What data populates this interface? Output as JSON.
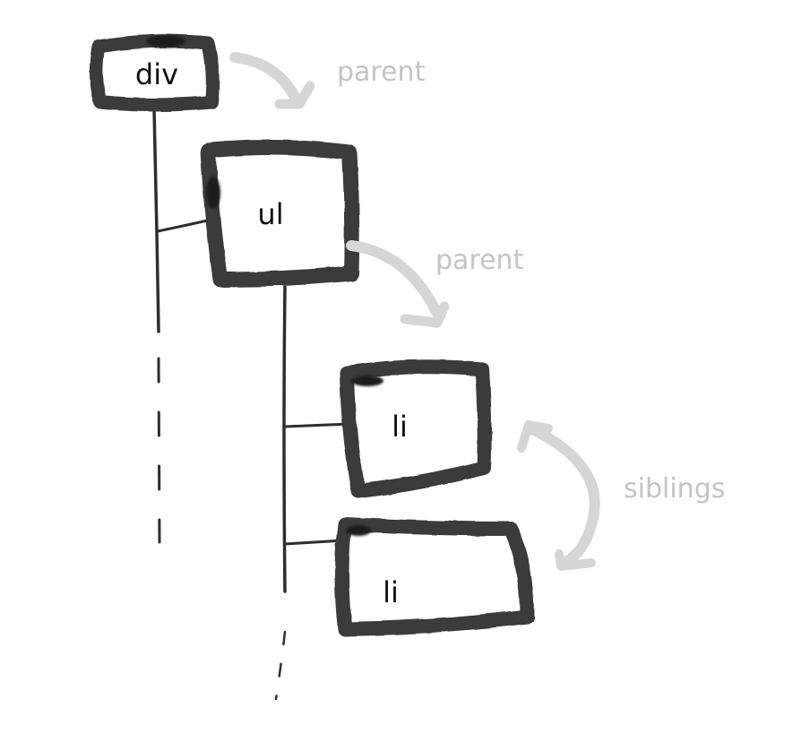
{
  "nodes": {
    "div": "div",
    "ul": "ul",
    "li_first": "li",
    "li_second": "li"
  },
  "annotations": {
    "parent_top": "parent",
    "parent_middle": "parent",
    "siblings": "siblings"
  },
  "colors": {
    "box_stroke": "#3a3a3a",
    "tree_line": "#2e2e2e",
    "annotation_text": "#c4c4c4",
    "annotation_arrow": "#d6d6d6"
  }
}
